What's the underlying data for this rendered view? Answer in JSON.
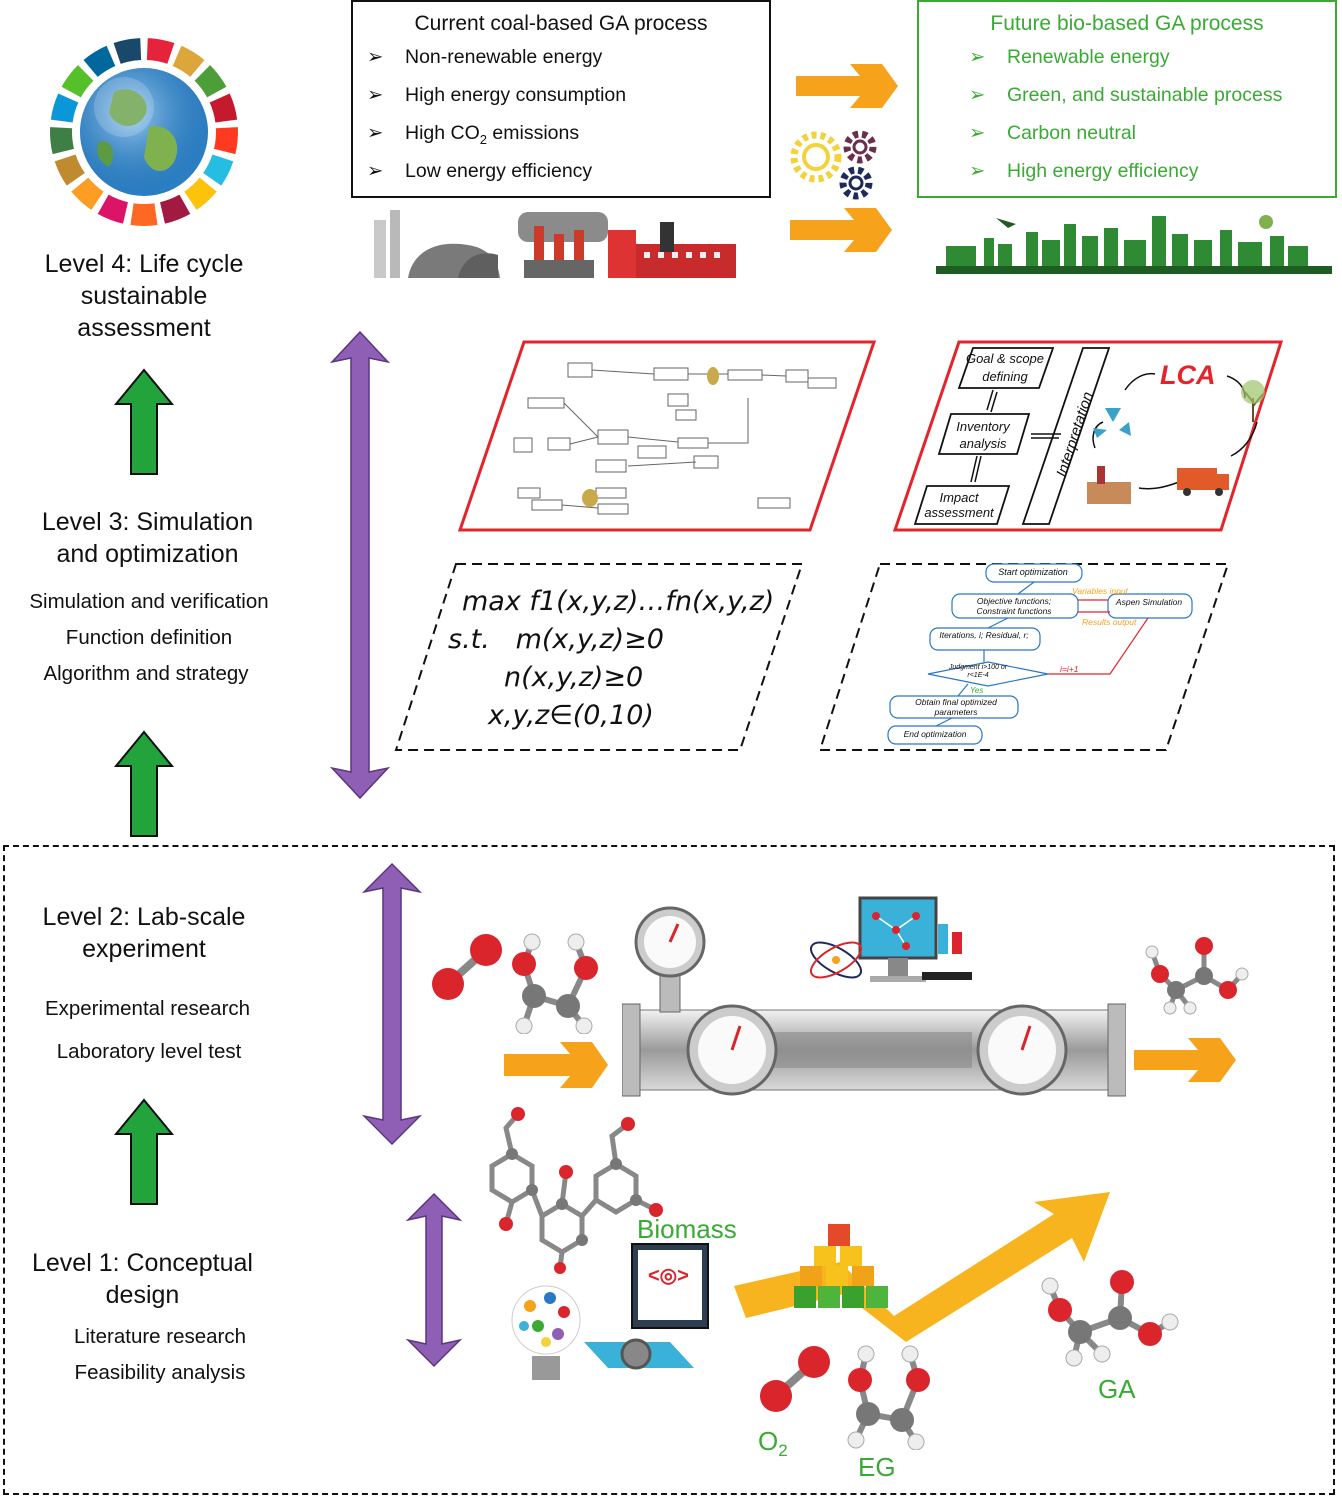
{
  "coal_process": {
    "title": "Current coal-based GA process",
    "items": [
      "Non-renewable energy",
      "High energy consumption",
      "High CO",
      "Low energy efficiency"
    ],
    "co2_subscript": "2",
    "co2_suffix": " emissions"
  },
  "bio_process": {
    "title": "Future bio-based GA process",
    "items": [
      "Renewable energy",
      "Green, and sustainable process",
      "Carbon neutral",
      "High energy efficiency"
    ]
  },
  "levels": {
    "level4": "Level 4: Life cycle sustainable assessment",
    "level3": "Level 3: Simulation and optimization",
    "level3_items": [
      "Simulation and verification",
      "Function definition",
      "Algorithm and strategy"
    ],
    "level2": "Level 2: Lab-scale experiment",
    "level2_items": [
      "Experimental research",
      "Laboratory level test"
    ],
    "level1": "Level 1: Conceptual design",
    "level1_items": [
      "Literature research",
      "Feasibility analysis"
    ]
  },
  "lca_panel": {
    "goal": "Goal & scope defining",
    "inventory": "Inventory analysis",
    "impact": "Impact assessment",
    "interpretation": "Interpretation",
    "lca": "LCA"
  },
  "formula": {
    "line1": "max f1(x,y,z)…fn(x,y,z)",
    "line2": "s.t.   m(x,y,z)≥0",
    "line3": "n(x,y,z)≥0",
    "line4": "x,y,z∈(0,10)"
  },
  "flowchart": {
    "start": "Start optimization",
    "objective": "Objective functions; Constraint functions",
    "variables": "Variables input",
    "aspen": "Aspen Simulation",
    "results": "Results output",
    "iterations": "Iterations, i; Residual, r;",
    "judgment": "Judgment i>100 or r<1E-4",
    "increment": "i=i+1",
    "yes": "Yes",
    "obtain": "Obtain final optimized parameters",
    "end": "End optimization"
  },
  "labels": {
    "biomass": "Biomass",
    "o2": "O",
    "o2_sub": "2",
    "eg": "EG",
    "ga": "GA"
  },
  "colors": {
    "green": "#3aaa35",
    "purple": "#8e5fb5",
    "orange": "#f7a21b",
    "red": "#e4242b",
    "arrow_green": "#22a33c"
  }
}
